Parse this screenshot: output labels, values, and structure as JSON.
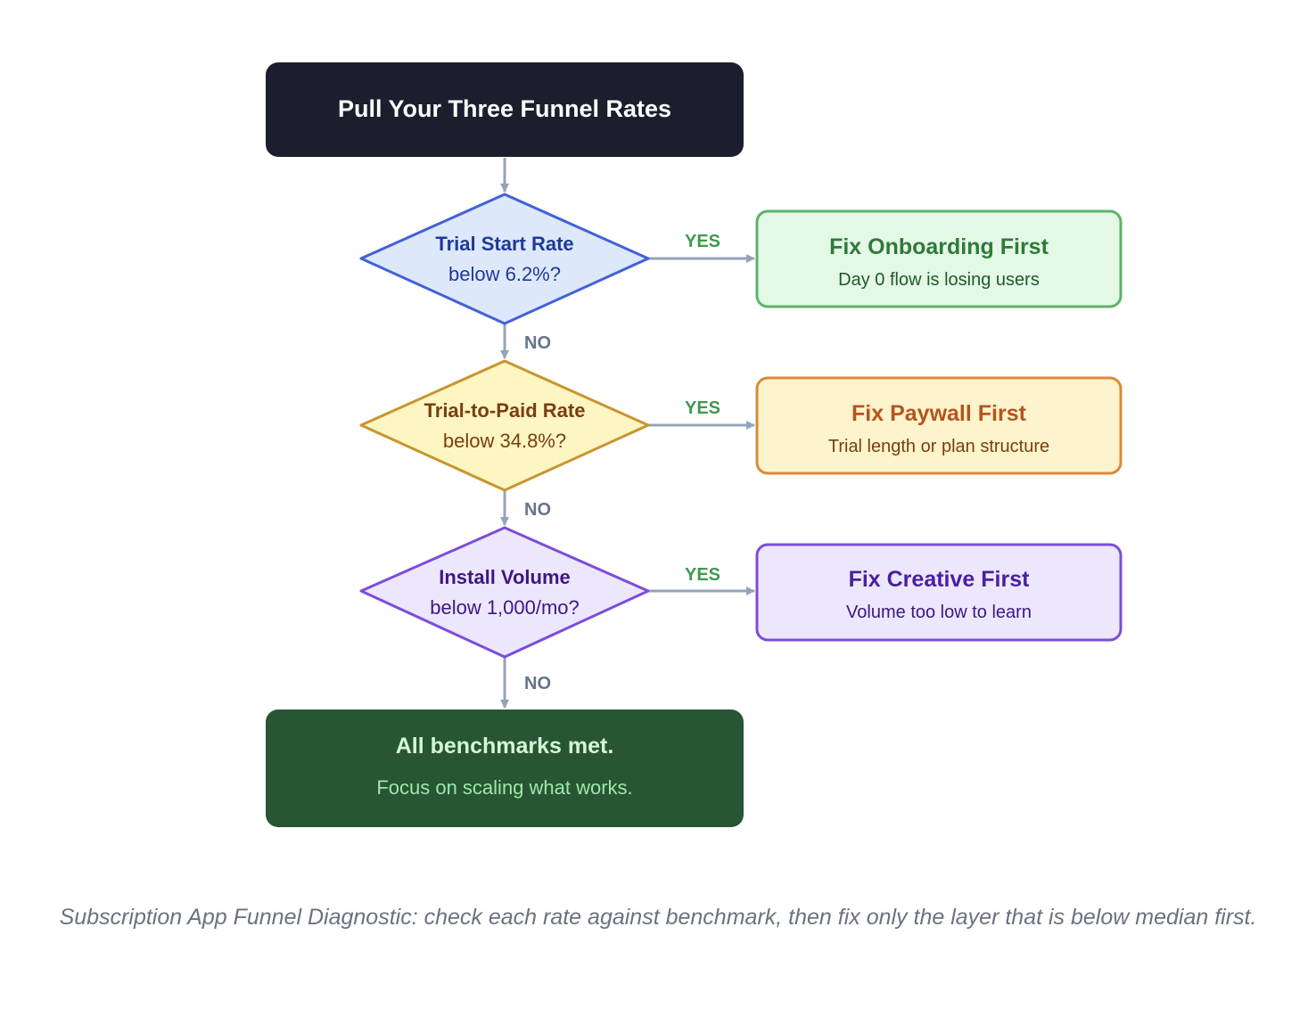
{
  "start": {
    "title": "Pull Your Three Funnel Rates"
  },
  "decisions": [
    {
      "title": "Trial Start Rate",
      "question": "below 6.2%?"
    },
    {
      "title": "Trial-to-Paid Rate",
      "question": "below 34.8%?"
    },
    {
      "title": "Install Volume",
      "question": "below 1,000/mo?"
    }
  ],
  "outcomes": [
    {
      "title": "Fix Onboarding First",
      "subtitle": "Day 0 flow is losing users"
    },
    {
      "title": "Fix Paywall First",
      "subtitle": "Trial length or plan structure"
    },
    {
      "title": "Fix Creative First",
      "subtitle": "Volume too low to learn"
    }
  ],
  "labels": {
    "yes": "YES",
    "no": "NO"
  },
  "end": {
    "title": "All benchmarks met.",
    "subtitle": "Focus on scaling what works."
  },
  "caption": "Subscription App Funnel Diagnostic: check each rate against benchmark, then fix only the layer that is below median first.",
  "colors": {
    "start_fill": "#1c1e2e",
    "connector": "#94a3b8",
    "yes_label": "#3f9a4d",
    "no_label": "#64748b",
    "decision_blue_fill": "#dde8fb",
    "decision_blue_stroke": "#4361d8",
    "decision_blue_text": "#1e3a99",
    "decision_yellow_fill": "#fdf6c3",
    "decision_yellow_stroke": "#c8952f",
    "decision_yellow_text": "#7a3e10",
    "decision_purple_fill": "#ece7fc",
    "decision_purple_stroke": "#7b4ddb",
    "decision_purple_text": "#3d1785",
    "onboarding_fill": "#e4f8e6",
    "onboarding_stroke": "#5cb36a",
    "onboarding_title": "#2f7a3b",
    "onboarding_text": "#1f5a2a",
    "paywall_fill": "#fdf3cc",
    "paywall_stroke": "#d98a3a",
    "paywall_title": "#b4551d",
    "paywall_text": "#7a3e10",
    "creative_fill": "#ece7fc",
    "creative_stroke": "#7b4ddb",
    "creative_title": "#4a1fa0",
    "creative_text": "#3d1785",
    "end_fill": "#285533",
    "end_title": "#d4f6d9",
    "end_text": "#9ee8a9"
  }
}
